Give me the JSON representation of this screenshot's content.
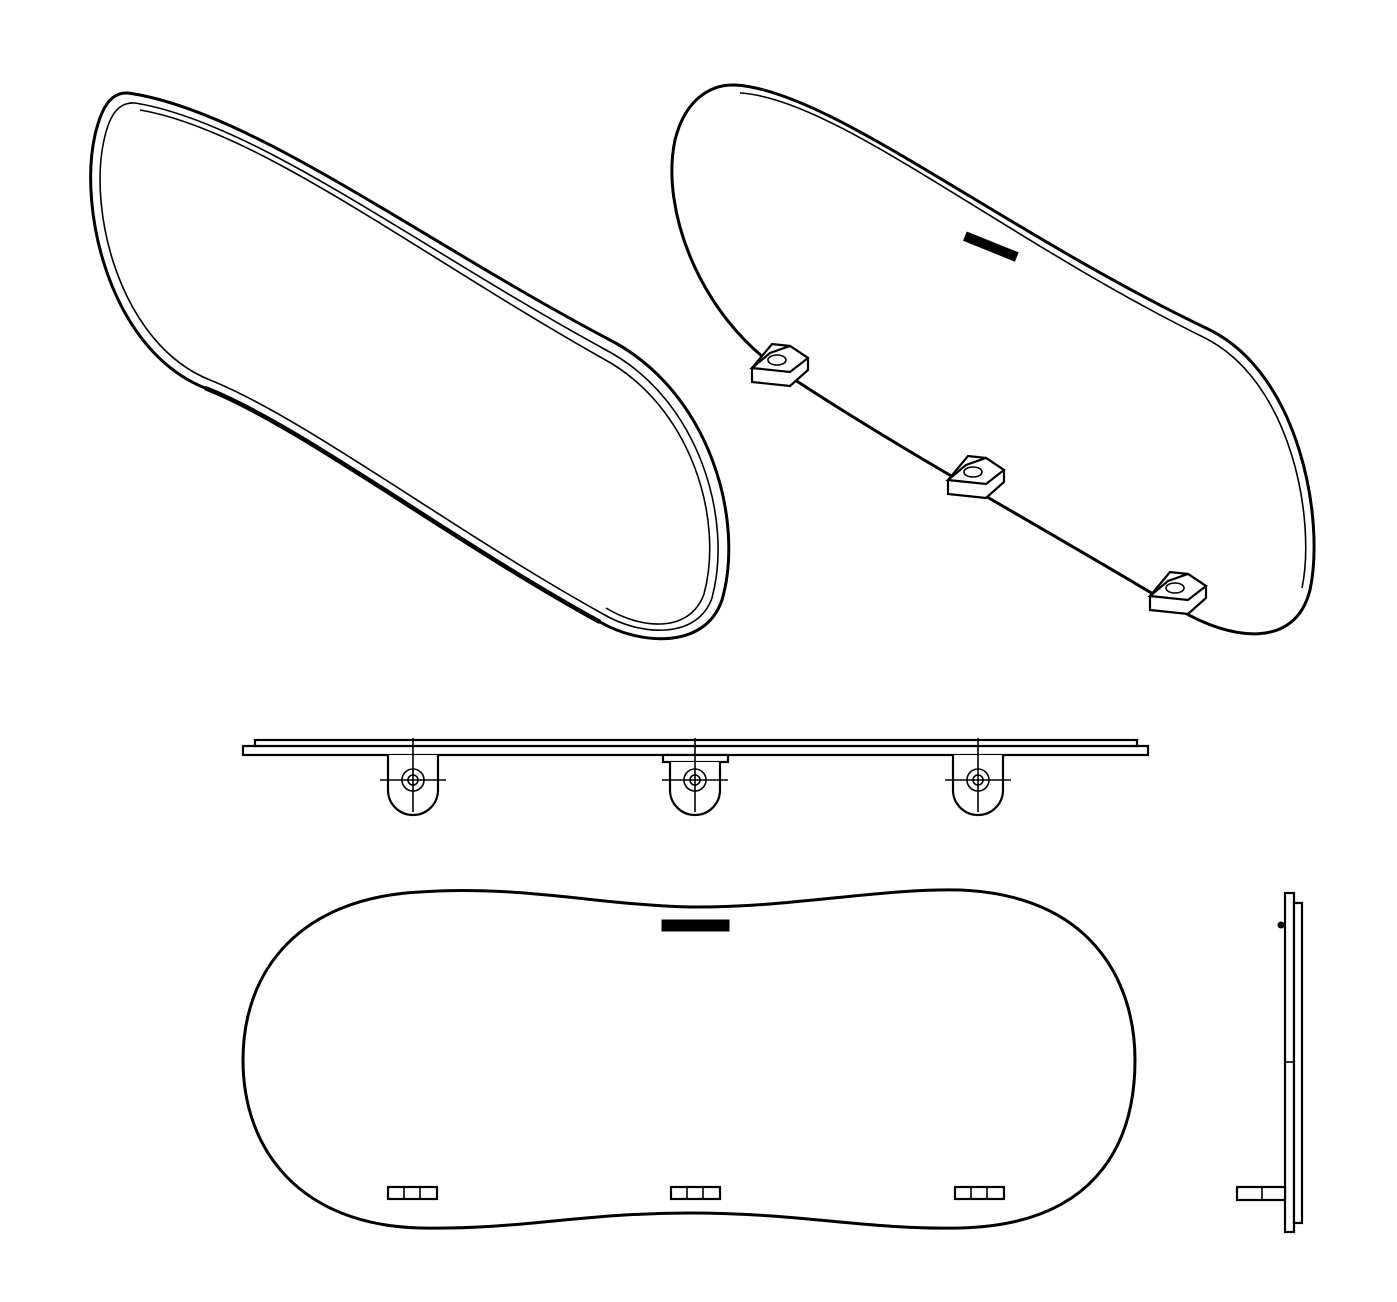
{
  "colors": {
    "stroke": "#000000",
    "background": "#ffffff"
  },
  "views": {
    "isometric_front_count": 1,
    "isometric_back_mounting_tabs": 3,
    "top_view_clips": 3,
    "front_view_tabs": 3
  }
}
